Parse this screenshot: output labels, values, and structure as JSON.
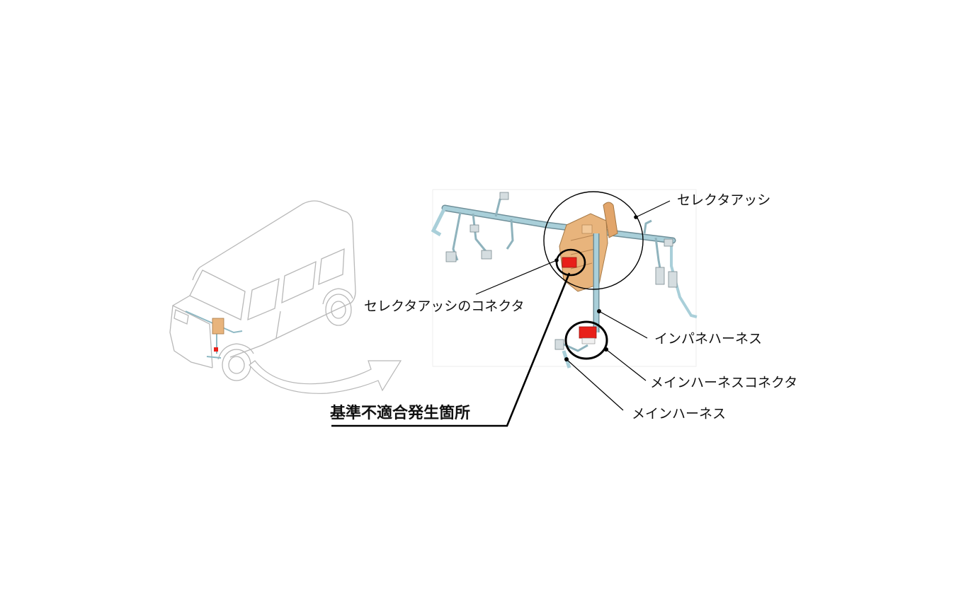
{
  "labels": {
    "selector_assy": "セレクタアッシ",
    "selector_connector": "セレクタアッシのコネクタ",
    "instrument_panel_harness": "インパネハーネス",
    "main_harness_connector": "メインハーネスコネクタ",
    "main_harness": "メインハーネス",
    "nonconformity_location": "基準不適合発生箇所"
  },
  "colors": {
    "line": "#000000",
    "harness": "#a9cfd9",
    "harness_outline": "#6f8f99",
    "selector_body": "#e8b47c",
    "connector_red": "#e8201a",
    "car_outline": "#b8b8b8"
  }
}
